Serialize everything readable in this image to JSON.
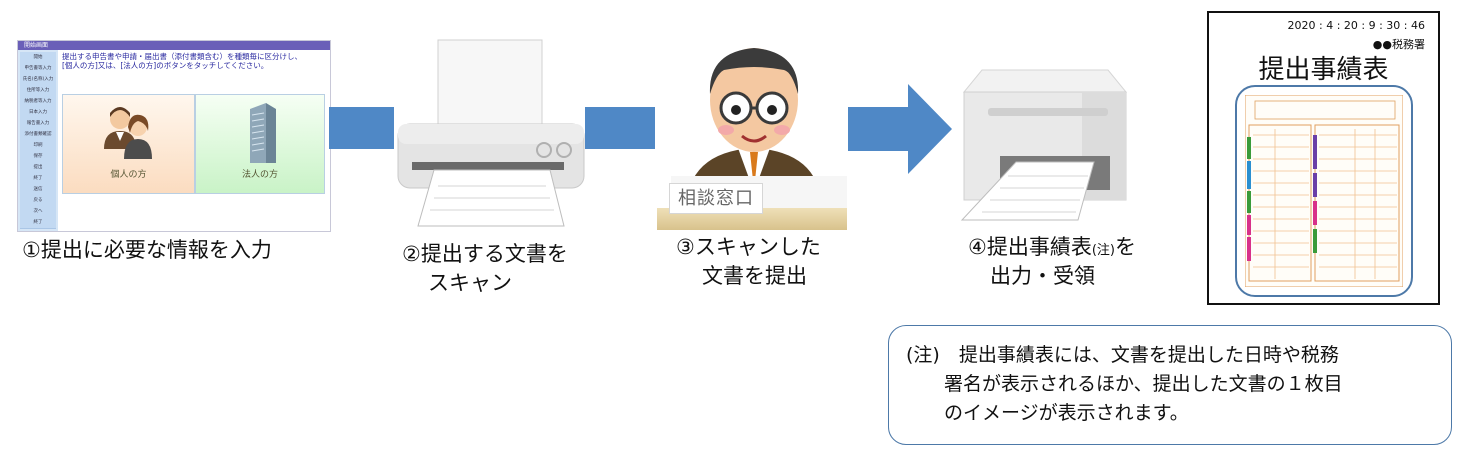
{
  "step1": {
    "screen_title": "開始画面",
    "side_items": [
      "開始",
      "申告書等入力",
      "氏名(名称)入力",
      "住所等入力",
      "納税者等入力",
      "日本入力",
      "報告書入力",
      "添付書類確認",
      "印刷",
      "保存",
      "提出",
      "終了",
      "送信",
      "戻る",
      "次へ",
      "終了"
    ],
    "instruction_line1": "提出する申告書や申請・届出書（添付書類含む）を種類毎に区分けし、",
    "instruction_line2": "[個人の方]又は、[法人の方]のボタンをタッチしてください。",
    "person_button": "個人の方",
    "corp_button": "法人の方",
    "caption": "①提出に必要な情報を入力"
  },
  "step2": {
    "caption_line1": "②提出する文書を",
    "caption_line2": "スキャン"
  },
  "step3": {
    "counter_sign": "相談窓口",
    "caption_line1": "③スキャンした",
    "caption_line2": "文書を提出"
  },
  "step4": {
    "caption_main": "④提出事績表",
    "caption_note": "(注)",
    "caption_tail": "を",
    "caption_line2": "出力・受領"
  },
  "result_sheet": {
    "datetime": "2020 : 4 : 20 : 9 : 30 : 46",
    "office": "●●税務署",
    "title": "提出事績表"
  },
  "note": {
    "lead": "(注)　提出事績表には、文書を提出した日時や税務",
    "line2": "署名が表示されるほか、提出した文書の１枚目",
    "line3": "のイメージが表示されます。"
  },
  "colors": {
    "arrow": "#4f88c6",
    "frame": "#4d79a8",
    "screen_header": "#6a5fb8"
  }
}
